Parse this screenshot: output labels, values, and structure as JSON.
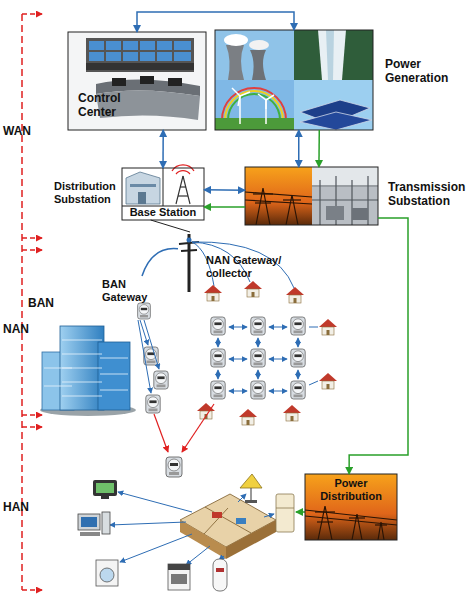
{
  "diagram": {
    "nodes": [
      {
        "text": [
          "Control Center"
        ]
      },
      {
        "text": [
          "Power Generation"
        ]
      },
      {
        "text": [
          "Distribution Substation",
          "Base Station"
        ]
      },
      {
        "text": [
          "Transmission Substation"
        ]
      },
      {
        "text": [
          "NAN Gateway/ collector"
        ]
      },
      {
        "text": [
          "BAN Gateway"
        ]
      },
      {
        "text": [
          "Power Distribution"
        ]
      }
    ],
    "edges": [
      {
        "from": 0,
        "to": 1,
        "arrow": "both"
      },
      {
        "from": 0,
        "to": 2,
        "arrow": "both"
      },
      {
        "from": 2,
        "to": 3,
        "arrow": "both"
      },
      {
        "from": 1,
        "to": 3,
        "arrow": "both"
      },
      {
        "from": 1,
        "to": 3,
        "arrow": "to"
      },
      {
        "from": 3,
        "to": 2,
        "arrow": "to"
      },
      {
        "from": 2,
        "to": 4,
        "arrow": "none"
      },
      {
        "from": 4,
        "to": 5,
        "arrow": "none"
      },
      {
        "from": 3,
        "to": 6,
        "arrow": "to"
      }
    ],
    "labels": [
      "WAN",
      "NAN",
      "HAN",
      "BAN"
    ]
  }
}
